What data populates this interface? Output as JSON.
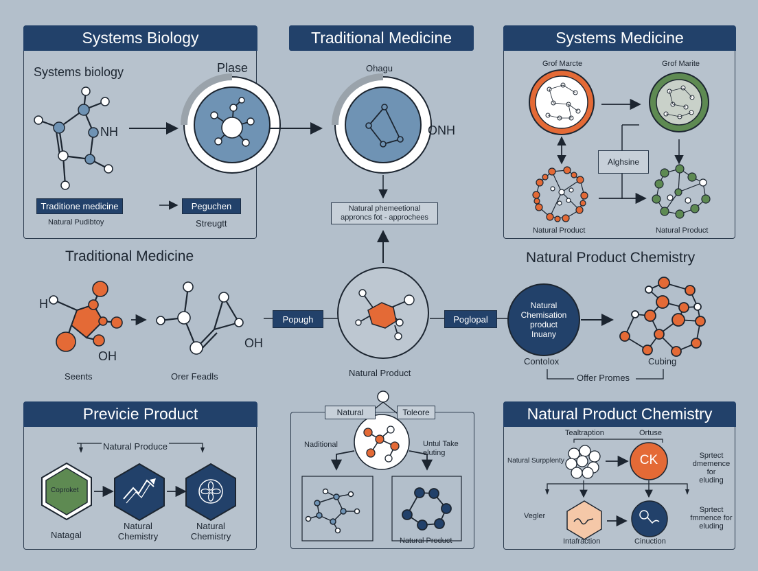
{
  "colors": {
    "background": "#b3bfcb",
    "header": "#22416a",
    "orange": "#e46a36",
    "steel_blue": "#6f93b4",
    "green": "#5e8a52",
    "navy": "#22416a",
    "peach": "#f5c8a8"
  },
  "panels": {
    "systems_biology": {
      "title": "Systems Biology",
      "subtitle": "Systems biology",
      "nh_label": "NH",
      "plase_label": "Plase",
      "tag_left": "Traditione medicine",
      "tag_right": "Peguchen",
      "caption_left": "Natural Pudibtoy",
      "caption_right": "Streugtt"
    },
    "traditional_medicine_top": {
      "title": "Traditional Medicine",
      "ohagu_label": "Ohagu",
      "onh_label": "ONH",
      "note_line1": "Natural phemeetional",
      "note_line2": "approncs fot - approchees"
    },
    "systems_medicine": {
      "title": "Systems Medicine",
      "left_label": "Grof Marcte",
      "right_label": "Grof Marite",
      "center_box": "Alghsine",
      "bottom_left": "Natural Product",
      "bottom_right": "Natural Product"
    },
    "middle_row": {
      "left_title": "Traditional Medicine",
      "right_title": "Natural Product Chemistry",
      "h_label": "H",
      "oh_label_left": "OH",
      "oh_label_mid": "OH",
      "caption_seents": "Seents",
      "caption_orer": "Orer Feadls",
      "tag_left": "Popugh",
      "tag_right": "Poglopal",
      "center_caption": "Natural Product",
      "circle_line1": "Natural",
      "circle_line2": "Chemisation",
      "circle_line3": "product",
      "circle_line4": "Inuany",
      "caption_contolox": "Contolox",
      "caption_cubing": "Cubing",
      "caption_offer": "Offer Promes"
    },
    "previcie_product": {
      "title": "Previcie Product",
      "top_label": "Natural Produce",
      "hex1_label": "Coproket",
      "caption1": "Natagal",
      "caption2_line1": "Natural",
      "caption2_line2": "Chemistry",
      "caption3_line1": "Natural",
      "caption3_line2": "Chemistry"
    },
    "center_bottom": {
      "tab_left": "Natural",
      "tab_right": "Toleore",
      "left_label": "Naditional",
      "right_label_line1": "Untul Take",
      "right_label_line2": "eluting",
      "bottom_caption": "Natural Product"
    },
    "natural_product_chemistry": {
      "title": "Natural Product Chemistry",
      "top_label_left": "Tealtraption",
      "top_label_right": "Ortuse",
      "left_label": "Natural Surpplenty",
      "ck_label": "CK",
      "right_text_top_line1": "Sprtect",
      "right_text_top_line2": "dmemence for",
      "right_text_top_line3": "eluding",
      "vegler_label": "Vegler",
      "right_text_bottom_line1": "Sprtect",
      "right_text_bottom_line2": "fmmence for",
      "right_text_bottom_line3": "eluding",
      "caption_left": "Intafraction",
      "caption_right": "Cinuction"
    }
  }
}
